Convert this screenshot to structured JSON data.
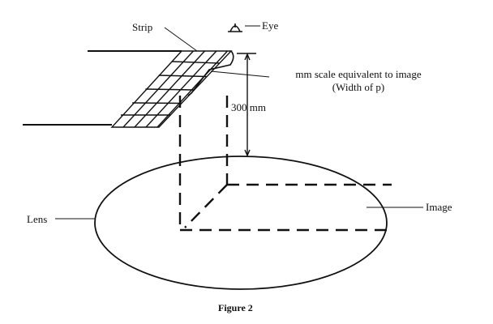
{
  "labels": {
    "strip": "Strip",
    "eye": "Eye",
    "scale_line1": "mm scale equivalent to image",
    "scale_line2": "(Width of  p)",
    "distance": "300 mm",
    "image": "Image",
    "lens": "Lens",
    "caption": "Figure 2"
  },
  "icons": {
    "eye": "eye-icon"
  }
}
